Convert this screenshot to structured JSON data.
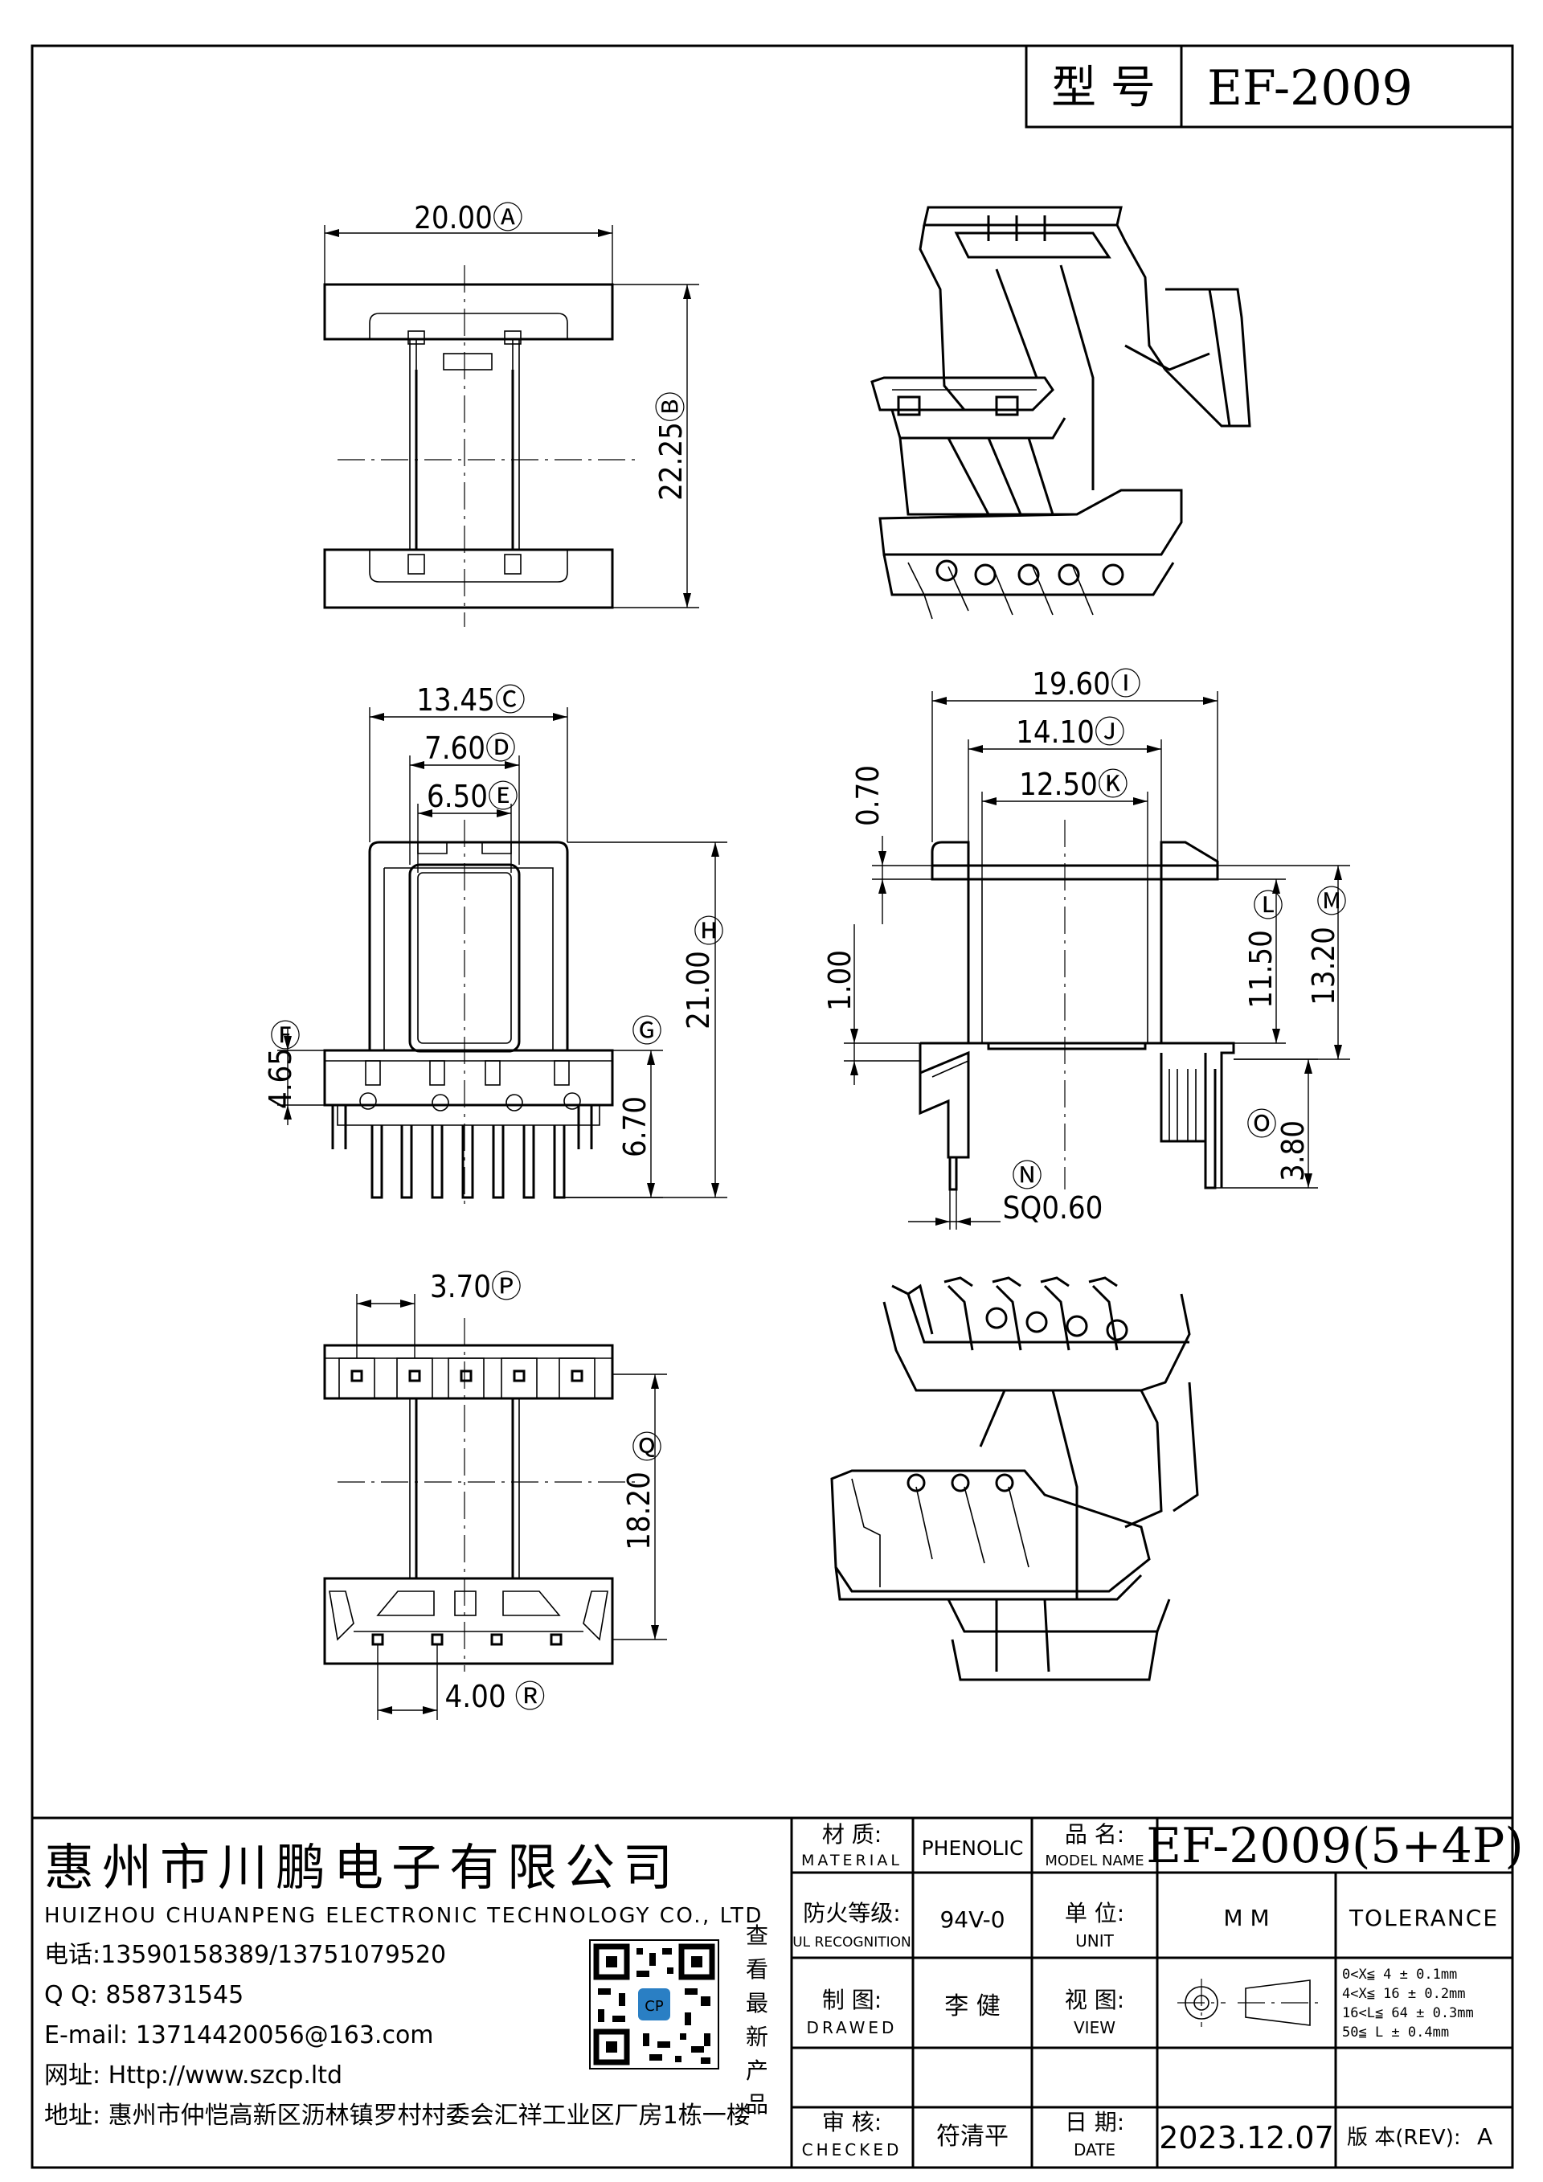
{
  "header": {
    "model_label": "型 号",
    "model_value": "EF-2009"
  },
  "dimensions": {
    "A": "20.00Ⓐ",
    "B": "22.25Ⓑ",
    "C": "13.45Ⓒ",
    "D": "7.60Ⓓ",
    "E": "6.50Ⓔ",
    "F_value": "4.65",
    "F_mark": "Ⓕ",
    "G_mark": "Ⓖ",
    "G_value": "6.70",
    "H_mark": "Ⓗ",
    "H_value": "21.00",
    "I": "19.60Ⓘ",
    "J": "14.10Ⓙ",
    "K": "12.50Ⓚ",
    "t070": "0.70",
    "t100": "1.00",
    "L_mark": "Ⓛ",
    "L_value": "11.50",
    "M_mark": "Ⓜ",
    "M_value": "13.20",
    "O_mark": "Ⓞ",
    "O_value": "3.80",
    "N_mark": "Ⓝ",
    "N_value": "SQ0.60",
    "P": "3.70Ⓟ",
    "Q_value": "18.20",
    "Q_mark": "Ⓠ",
    "R": "4.00 Ⓡ"
  },
  "company": {
    "name_cn": "惠州市川鹏电子有限公司",
    "name_en": "HUIZHOU CHUANPENG ELECTRONIC TECHNOLOGY CO., LTD",
    "phone": "电话:13590158389/13751079520",
    "qq": "Q Q:  858731545",
    "email": "E-mail: 13714420056@163.com",
    "website": "网址: Http://www.szcp.ltd",
    "address": "地址: 惠州市仲恺高新区沥林镇罗村村委会汇祥工业区厂房1栋一楼",
    "qr_badge": "CP",
    "qr_caption": [
      "查",
      "看",
      "最",
      "新",
      "产",
      "品"
    ]
  },
  "titleblock": {
    "material_label_cn": "材 质:",
    "material_label_en": "MATERIAL",
    "material_value": "PHENOLIC",
    "model_label_cn": "品 名:",
    "model_label_en": "MODEL NAME",
    "model_value": "EF-2009(5+4P)",
    "ul_label_cn": "防火等级:",
    "ul_label_en": "UL RECOGNITION",
    "ul_value": "94V-0",
    "unit_label_cn": "单 位:",
    "unit_label_en": "UNIT",
    "unit_value": "M M",
    "tolerance_label": "TOLERANCE",
    "tolerance_rows": [
      "0<X≦ 4    ± 0.1mm",
      "4<X≦ 16   ± 0.2mm",
      "16<L≦ 64  ± 0.3mm",
      "50≦ L     ± 0.4mm"
    ],
    "drawn_label_cn": "制 图:",
    "drawn_label_en": "DRAWED",
    "drawn_value": "李 健",
    "view_label_cn": "视 图:",
    "view_label_en": "VIEW",
    "checked_label_cn": "审 核:",
    "checked_label_en": "CHECKED",
    "checked_value": "符清平",
    "date_label_cn": "日 期:",
    "date_label_en": "DATE",
    "date_value": "2023.12.07",
    "rev_label": "版 本(REV):",
    "rev_value": "A"
  }
}
